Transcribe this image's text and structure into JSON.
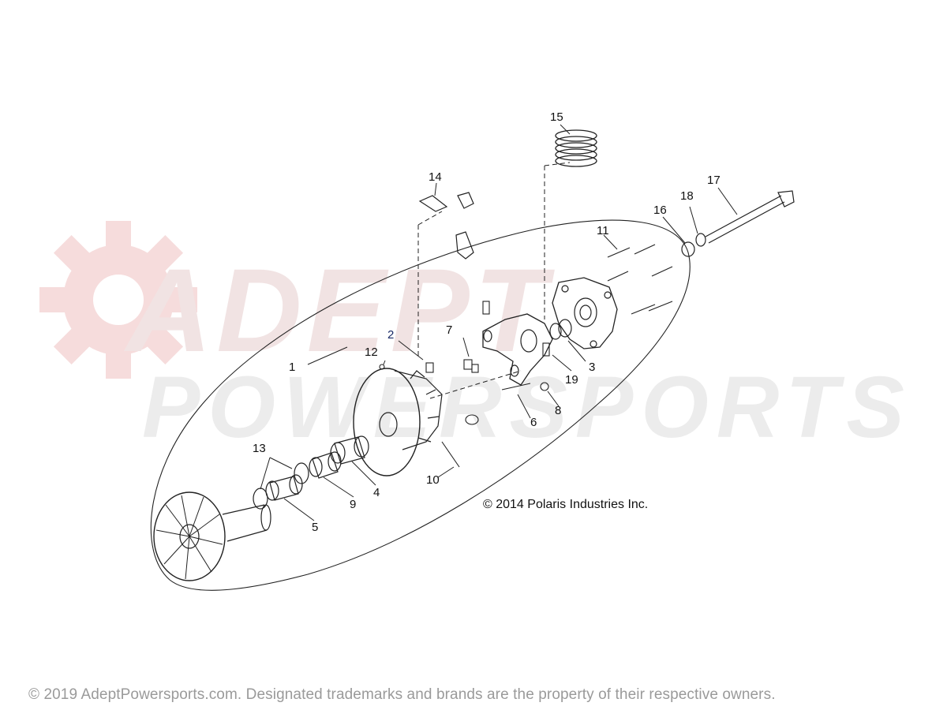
{
  "watermark": {
    "line1": "ADEPT",
    "line2": "POWERSPORTS"
  },
  "callouts": {
    "c1": "1",
    "c2": "2",
    "c3": "3",
    "c4": "4",
    "c5": "5",
    "c6": "6",
    "c7": "7",
    "c8": "8",
    "c9": "9",
    "c10": "10",
    "c11": "11",
    "c12": "12",
    "c13": "13",
    "c14": "14",
    "c15": "15",
    "c16": "16",
    "c17": "17",
    "c18": "18",
    "c19": "19"
  },
  "copyright": "© 2014 Polaris Industries Inc.",
  "footer": "© 2019 AdeptPowersports.com. Designated trademarks and brands are the property of their respective owners.",
  "colors": {
    "line": "#222222",
    "watermark": "#f1e3e3",
    "footer": "#9a9a9a"
  }
}
